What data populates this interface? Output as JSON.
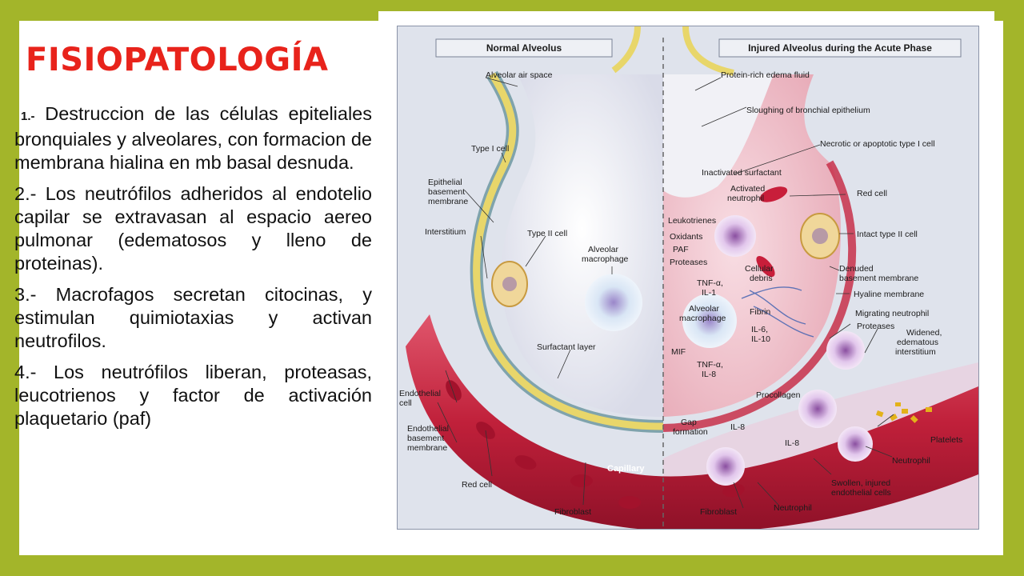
{
  "slide": {
    "title": "FISIOPATOLOGÍA",
    "items": [
      {
        "num": "1.-",
        "text": " Destruccion de las células epiteliales bronquiales y alveolares, con formacion de membrana hialina en mb basal desnuda."
      },
      {
        "num": "2.-",
        "text": " Los neutrófilos adheridos al endotelio capilar se extravasan al espacio aereo pulmonar (edematosos y lleno de proteinas)."
      },
      {
        "num": "3.-",
        "text": " Macrofagos secretan citocinas, y estimulan quimiotaxias y activan neutrofilos."
      },
      {
        "num": "4.-",
        "text": " Los neutrófilos liberan, proteasas, leucotrienos y factor de activación plaquetario (paf)"
      }
    ]
  },
  "figure": {
    "header_left": "Normal Alveolus",
    "header_right": "Injured Alveolus during the Acute Phase",
    "labels_left": {
      "alveolar_air_space": "Alveolar air space",
      "type_i_cell": "Type I cell",
      "epithelial_bm_1": "Epithelial",
      "epithelial_bm_2": "basement",
      "epithelial_bm_3": "membrane",
      "interstitium": "Interstitium",
      "type_ii_cell": "Type II cell",
      "alveolar_macrophage_1": "Alveolar",
      "alveolar_macrophage_2": "macrophage",
      "surfactant_layer": "Surfactant layer",
      "endothelial_cell_1": "Endothelial",
      "endothelial_cell_2": "cell",
      "endothelial_bm_1": "Endothelial",
      "endothelial_bm_2": "basement",
      "endothelial_bm_3": "membrane",
      "red_cell": "Red cell",
      "capillary": "Capillary",
      "fibroblast_left": "Fibroblast"
    },
    "labels_right": {
      "protein_rich_edema": "Protein-rich edema fluid",
      "sloughing": "Sloughing of bronchial epithelium",
      "necrotic": "Necrotic or apoptotic type I cell",
      "inactivated_surfactant": "Inactivated surfactant",
      "activated_neutrophil_1": "Activated",
      "activated_neutrophil_2": "neutrophil",
      "red_cell": "Red cell",
      "leukotrienes": "Leukotrienes",
      "oxidants": "Oxidants",
      "paf": "PAF",
      "proteases_1": "Proteases",
      "intact_type_ii": "Intact type II cell",
      "cellular_debris_1": "Cellular",
      "cellular_debris_2": "debris",
      "tnf_a_1": "TNF-α,",
      "il_1": "IL-1",
      "denuded_bm_1": "Denuded",
      "denuded_bm_2": "basement membrane",
      "hyaline_membrane": "Hyaline membrane",
      "alveolar_macrophage_1": "Alveolar",
      "alveolar_macrophage_2": "macrophage",
      "fibrin": "Fibrin",
      "migrating_neutrophil": "Migrating neutrophil",
      "il_6": "IL-6,",
      "il_10": "IL-10",
      "proteases_2": "Proteases",
      "widened_1": "Widened,",
      "widened_2": "edematous",
      "widened_3": "interstitium",
      "mif": "MIF",
      "tnf_a_2": "TNF-α,",
      "il_8_a": "IL-8",
      "procollagen": "Procollagen",
      "gap_formation_1": "Gap",
      "gap_formation_2": "formation",
      "il_8_b": "IL-8",
      "il_8_c": "IL-8",
      "platelets": "Platelets",
      "neutrophil_1": "Neutrophil",
      "swollen_1": "Swollen, injured",
      "swollen_2": "endothelial cells",
      "fibroblast_right": "Fibroblast",
      "neutrophil_2": "Neutrophil"
    }
  },
  "colors": {
    "frame_green": "#a3b52a",
    "title_red": "#e8231b",
    "capillary_red": "#c0203a",
    "membrane_yellow": "#e8d66a",
    "edema_pink": "#f2c6cf",
    "alveolus_white": "#f6f6fa"
  }
}
